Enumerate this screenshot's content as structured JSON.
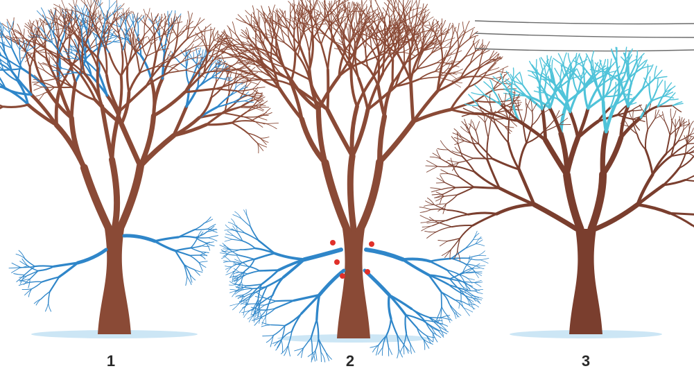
{
  "panels": [
    {
      "label": "1",
      "trunk_color": "#8a4a36",
      "highlight_color": "#2f86c9",
      "highlight": "scattered-deadwood"
    },
    {
      "label": "2",
      "trunk_color": "#8a4a36",
      "highlight_color": "#2f86c9",
      "highlight": "lower-limbs",
      "cut_mark_color": "#e0302a"
    },
    {
      "label": "3",
      "trunk_color": "#7a3e2e",
      "highlight_color": "#4fc3d9",
      "highlight": "crown-under-wires",
      "wire_color": "#6b6b6b"
    }
  ],
  "colors": {
    "ground": "#bfe0f2",
    "background": "#ffffff"
  }
}
